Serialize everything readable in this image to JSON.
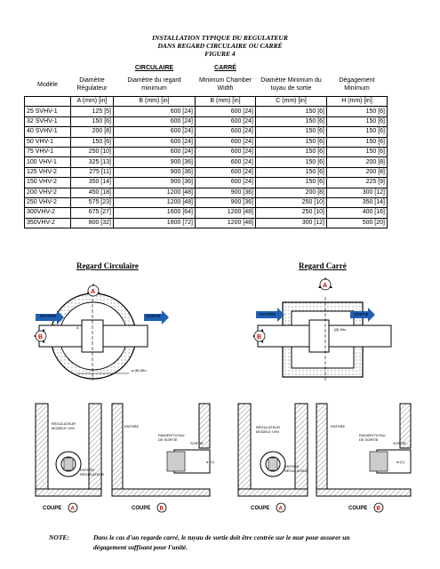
{
  "title": {
    "line1": "INSTALLATION TYPIQUE DU REGULATEUR",
    "line2": "DANS REGARD CIRCULAIRE OU CARRÉ",
    "line3": "FIGURE 4"
  },
  "table": {
    "group_circulaire": "CIRCULAIRE",
    "group_carre": "CARRÉ",
    "headers": [
      "Modèle",
      "Diamètre Régulateur",
      "Diamètre du regard minimum",
      "Minimum Chamber Width",
      "Diamètre Minimum du tuyau de sortie",
      "Dégagement Minimum"
    ],
    "units": [
      "",
      "A (mm) [in]",
      "B (mm) [in]",
      "B (mm) [in]",
      "C (mm) [in]",
      "H (mm) [in]"
    ],
    "rows": [
      [
        "25 SVHV-1",
        "125 [5]",
        "600 [24]",
        "600 [24]",
        "150 [6]",
        "150 [6]"
      ],
      [
        "32 SVHV-1",
        "150 [6]",
        "600 [24]",
        "600 [24]",
        "150 [6]",
        "150 [6]"
      ],
      [
        "40 SVHV-1",
        "200 [8]",
        "600 [24]",
        "600 [24]",
        "150 [6]",
        "150 [6]"
      ],
      [
        "50 VHV-1",
        "150 [6]",
        "600 [24]",
        "600 [24]",
        "150 [6]",
        "150 [6]"
      ],
      [
        "75 VHV-1",
        "250 [10]",
        "600 [24]",
        "600 [24]",
        "150 [6]",
        "150 [6]"
      ],
      [
        "100 VHV-1",
        "325 [13]",
        "900 [36]",
        "600 [24]",
        "150 [6]",
        "200 [8]"
      ],
      [
        "125 VHV-2",
        "275 [11]",
        "900 [36]",
        "600 [24]",
        "150 [6]",
        "200 [8]"
      ],
      [
        "150 VHV-2",
        "350 [14]",
        "900 [36]",
        "600 [24]",
        "150 [6]",
        "225 [9]"
      ],
      [
        "200 VHV-2",
        "450 [18]",
        "1200 [48]",
        "900 [36]",
        "200 [8]",
        "300 [12]"
      ],
      [
        "250 VHV-2",
        "575 [23]",
        "1200 [48]",
        "900 [36]",
        "250 [10]",
        "350 [14]"
      ],
      [
        "300VHV-2",
        "675 [27]",
        "1600 [64]",
        "1200 [48]",
        "250 [10]",
        "400 [16]"
      ],
      [
        "350VHV-2",
        "800 [32]",
        "1800 [72]",
        "1200 [48]",
        "300 [12]",
        "500 [20]"
      ]
    ]
  },
  "section_circ": "Regard Circulaire",
  "section_carre": "Regard Carré",
  "diagram": {
    "entree": "ENTRÉE",
    "sortie": "SORTIE",
    "label_a": "A",
    "label_b": "B",
    "label_c": "ø (C)",
    "label_h": "(H)",
    "label_bmin": "ø (B) Min.",
    "label_bmin_sq": "(B) Min.",
    "regulateur_circ": [
      "RÉGULATEUR",
      "MODÈLE VHV"
    ],
    "regulateur_sq": [
      "RÉGULATEUR",
      "MODÈLE VHV"
    ],
    "radier": [
      "RADIER/TUYAU",
      "DE SORTIE"
    ],
    "entree_reg": [
      "ENTRÉE",
      "RÉGULATEUR"
    ],
    "coupe": "COUPE"
  },
  "note": {
    "label": "NOTE:",
    "line1": "Dans le cas d'un regarde carré, le tuyau de sortie doit être centrée sur le mur pour assurer un",
    "line2": "dégagement suffisant pour l'unité."
  }
}
